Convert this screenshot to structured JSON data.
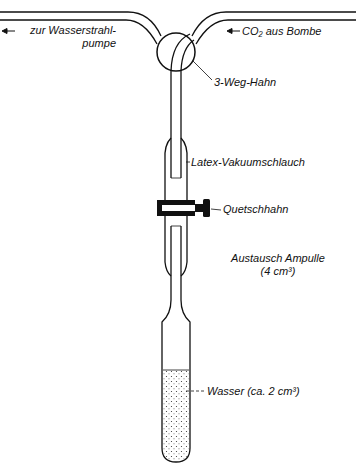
{
  "diagram": {
    "labels": [
      "zur Wasserstrahl- pumpe",
      "CO₂ aus Bombe",
      "3-Weg-Hahn",
      "Latex-Vakuumschlauch",
      "Quetschhahn",
      "Austausch Ampulle (4 cm³)",
      "Wasser (ca. 2 cm³)"
    ]
  }
}
